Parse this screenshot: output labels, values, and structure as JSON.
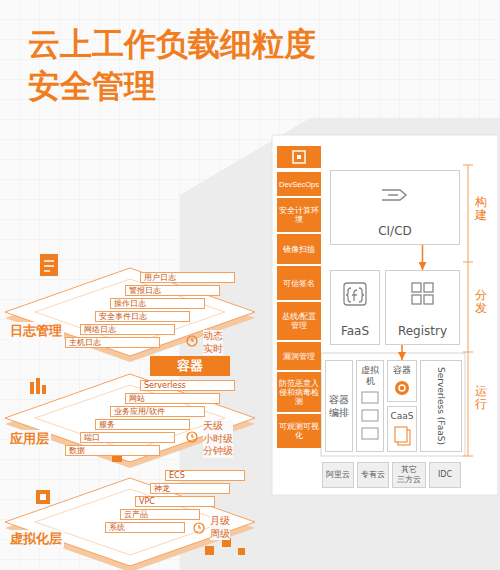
{
  "diagram": {
    "title": "云上工作负载细粒度 安全管理",
    "nodes": [
      {
        "text": [
          "用户日志"
        ]
      },
      {
        "text": [
          "警报日志"
        ]
      },
      {
        "text": [
          "操作日志"
        ]
      },
      {
        "text": [
          "安全事件日志"
        ]
      },
      {
        "text": [
          "网络日志"
        ]
      },
      {
        "text": [
          "主机日志"
        ]
      },
      {
        "text": [
          "容器"
        ]
      },
      {
        "text": [
          "Serverless"
        ]
      },
      {
        "text": [
          "网站"
        ]
      },
      {
        "text": [
          "业务应用/软件"
        ]
      },
      {
        "text": [
          "服务"
        ]
      },
      {
        "text": [
          "端口"
        ]
      },
      {
        "text": [
          "数据"
        ]
      },
      {
        "text": [
          "ECS"
        ]
      },
      {
        "text": [
          "神龙"
        ]
      },
      {
        "text": [
          "VPC"
        ]
      },
      {
        "text": [
          "云产品"
        ]
      },
      {
        "text": [
          "系统"
        ]
      },
      {
        "text": [
          "DevSecOps"
        ]
      },
      {
        "text": [
          "安全计算环境"
        ]
      },
      {
        "text": [
          "镜像扫描"
        ]
      },
      {
        "text": [
          "可信签名"
        ]
      },
      {
        "text": [
          "基线/配置管理"
        ]
      },
      {
        "text": [
          "漏洞管理"
        ]
      },
      {
        "text": [
          "防范恶意入侵和病毒检测"
        ]
      },
      {
        "text": [
          "可观测可视化"
        ]
      },
      {
        "text": [
          "CI/CD"
        ]
      },
      {
        "text": [
          "FaaS"
        ]
      },
      {
        "text": [
          "Registry"
        ]
      },
      {
        "text": [
          "容器编排"
        ]
      },
      {
        "text": [
          "虚拟机"
        ]
      },
      {
        "text": [
          "容器"
        ]
      },
      {
        "text": [
          "CaaS"
        ]
      },
      {
        "text": [
          "Serverless (FaaS)"
        ]
      },
      {
        "text": [
          "阿里云"
        ]
      },
      {
        "text": [
          "专有云"
        ]
      },
      {
        "text": [
          "其它 三方云"
        ]
      },
      {
        "text": [
          "IDC"
        ]
      }
    ],
    "edges": [
      {
        "from": 26,
        "to": 28,
        "arrow": "to"
      },
      {
        "from": 28,
        "to": 31,
        "arrow": "to"
      }
    ],
    "labels": [
      "日志管理",
      "动态 实时",
      "应用层",
      "天级 小时级 分钟级",
      "虚拟化层",
      "月级 周级",
      "构建",
      "分发",
      "运行"
    ]
  }
}
